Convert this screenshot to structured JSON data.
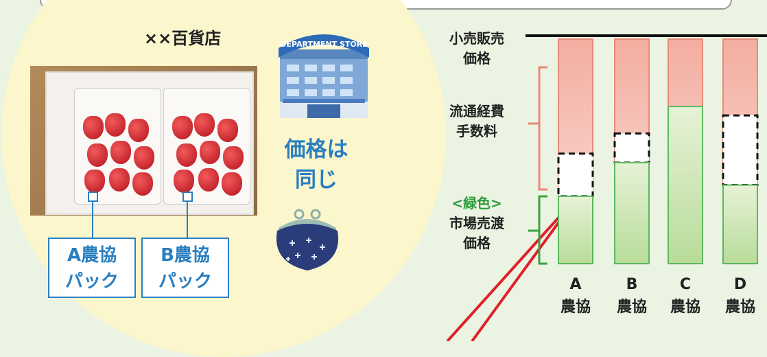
{
  "left": {
    "store_name": "××百貨店",
    "store_sign": "DEPARTMENT STORE",
    "same_price_line1": "価格は",
    "same_price_line2": "同じ",
    "pack_a_line1": "A農協",
    "pack_a_line2": "パック",
    "pack_b_line1": "B農協",
    "pack_b_line2": "パック"
  },
  "right": {
    "retail_line1": "小売販売",
    "retail_line2": "価格",
    "fee_line1": "流通経費",
    "fee_line2": "手数料",
    "green_note": "<緑色>",
    "market_line1": "市場売渡",
    "market_line2": "価格",
    "bars": [
      {
        "letter": "A",
        "name": "農協",
        "market": 0.3,
        "fee": 0.19,
        "retail": 1.0
      },
      {
        "letter": "B",
        "name": "農協",
        "market": 0.45,
        "fee": 0.13,
        "retail": 1.0
      },
      {
        "letter": "C",
        "name": "農協",
        "market": 0.7,
        "fee": 0.0,
        "retail": 1.0
      },
      {
        "letter": "D",
        "name": "農協",
        "market": 0.35,
        "fee": 0.31,
        "retail": 1.0
      }
    ]
  },
  "colors": {
    "retail_red": "#e98a78",
    "market_green": "#5cb85c",
    "brace_green": "#3aa23f",
    "brace_red": "#e98a78",
    "label_blue": "#2a7fc1",
    "line_red": "#e0202a"
  }
}
